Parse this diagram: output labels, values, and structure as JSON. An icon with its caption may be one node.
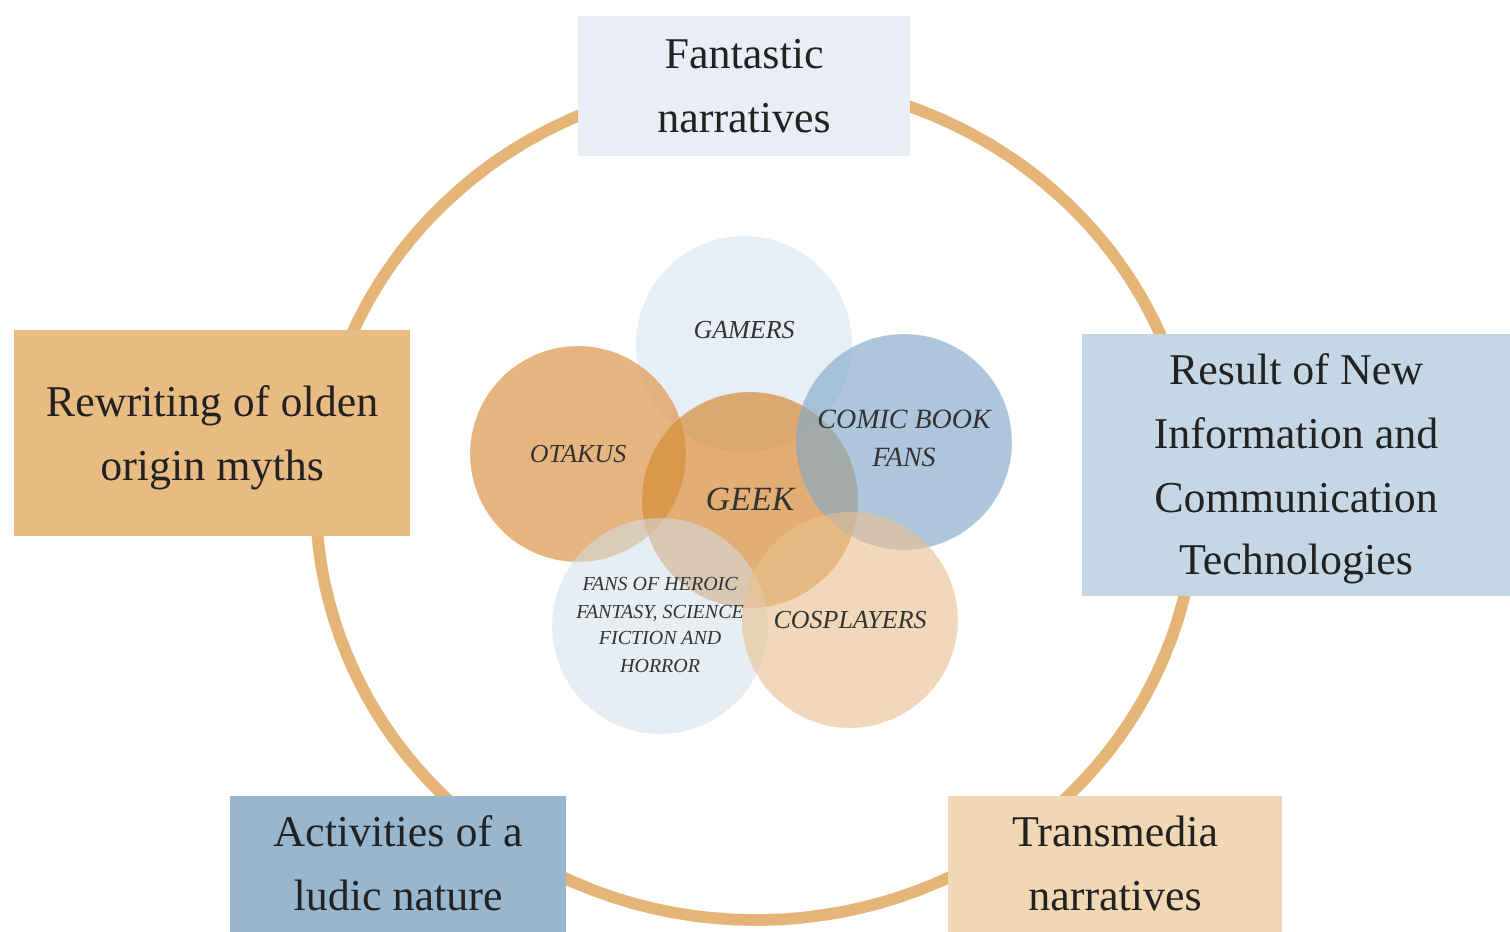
{
  "diagram": {
    "nodes": [
      {
        "text": [
          "Fantastic narratives"
        ]
      },
      {
        "text": [
          "Rewriting of olden origin myths"
        ]
      },
      {
        "text": [
          "Result of New Information and Communication Technologies"
        ]
      },
      {
        "text": [
          "GAMERS"
        ]
      },
      {
        "text": [
          "OTAKUS"
        ]
      },
      {
        "text": [
          "GEEK"
        ]
      },
      {
        "text": [
          "COMIC BOOK FANS"
        ]
      },
      {
        "text": [
          "FANS OF HEROIC FANTASY, SCIENCE FICTION AND HORROR"
        ]
      },
      {
        "text": [
          "COSPLAYERS"
        ]
      },
      {
        "text": [
          "Activities of a ludic nature"
        ]
      },
      {
        "text": [
          "Transmedia narratives"
        ]
      }
    ],
    "edges": []
  }
}
